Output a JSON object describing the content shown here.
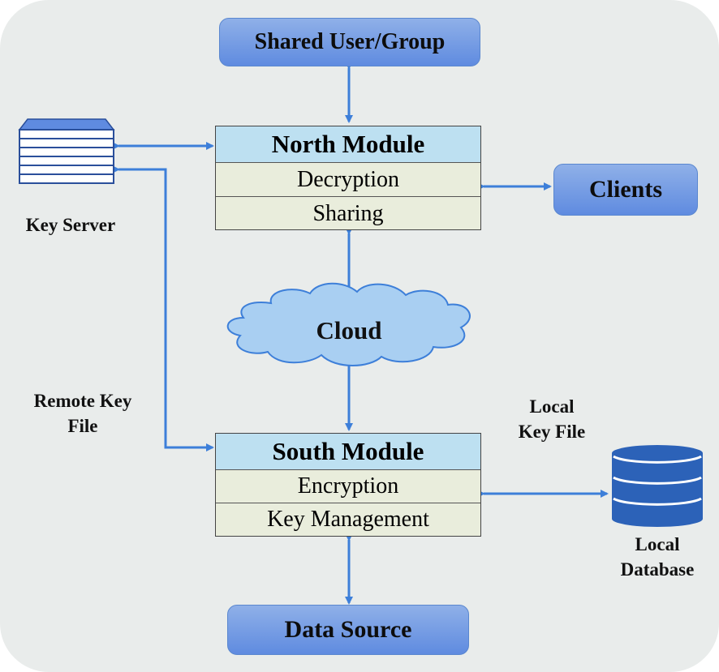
{
  "nodes": {
    "shared": "Shared User/Group",
    "clients": "Clients",
    "data_source": "Data Source",
    "cloud": "Cloud"
  },
  "north": {
    "title": "North Module",
    "rows": [
      "Decryption",
      "Sharing"
    ]
  },
  "south": {
    "title": "South Module",
    "rows": [
      "Encryption",
      "Key Management"
    ]
  },
  "labels": {
    "key_server": "Key Server",
    "remote_key_1": "Remote Key",
    "remote_key_2": "File",
    "local_key_1": "Local",
    "local_key_2": "Key File",
    "local_db_1": "Local",
    "local_db_2": "Database"
  },
  "colors": {
    "arrow": "#3d7fd9",
    "pill": "#6f97e4",
    "module_header": "#bde0f1",
    "module_row": "#e9eddc",
    "cloud": "#a9cff2",
    "database": "#2c62b8"
  }
}
